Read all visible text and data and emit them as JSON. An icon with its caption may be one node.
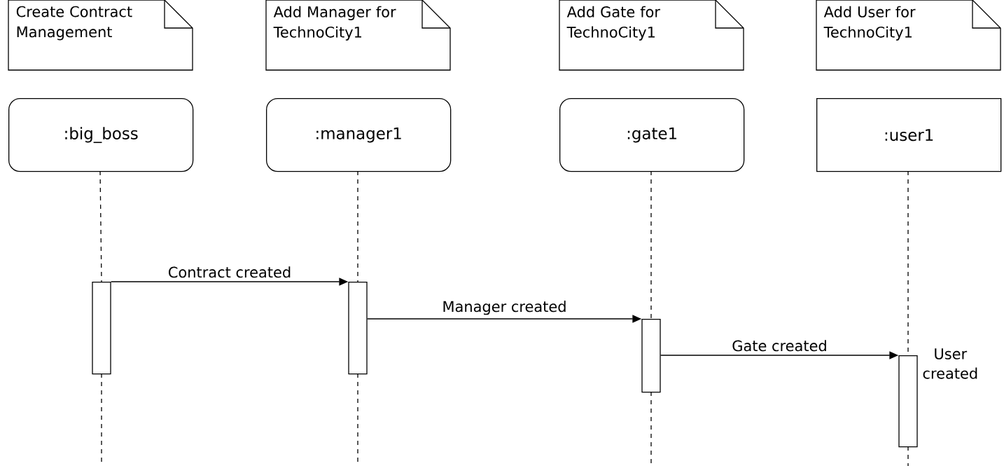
{
  "diagram": {
    "nodes": [
      {
        "text": [
          "Create Contract Management"
        ]
      },
      {
        "text": [
          "Add Manager for TechnoCity1"
        ]
      },
      {
        "text": [
          "Add Gate for TechnoCity1"
        ]
      },
      {
        "text": [
          "Add User for TechnoCity1"
        ]
      },
      {
        "text": [
          ":big_boss"
        ]
      },
      {
        "text": [
          ":manager1"
        ]
      },
      {
        "text": [
          ":gate1"
        ]
      },
      {
        "text": [
          ":user1"
        ]
      },
      {
        "text": [],
        "shape": "bar"
      },
      {
        "text": [],
        "shape": "bar"
      },
      {
        "text": [],
        "shape": "bar"
      },
      {
        "text": [],
        "shape": "bar",
        "beside": [
          "User created"
        ]
      }
    ],
    "edges": [
      {
        "from": 4,
        "to": 8,
        "arrow": "none",
        "style": "dashed"
      },
      {
        "from": 5,
        "to": 9,
        "arrow": "none",
        "style": "dashed"
      },
      {
        "from": 6,
        "to": 10,
        "arrow": "none",
        "style": "dashed"
      },
      {
        "from": 7,
        "to": 11,
        "arrow": "none",
        "style": "dashed"
      },
      {
        "from": 8,
        "to": null,
        "arrow": "none",
        "style": "dashed"
      },
      {
        "from": 9,
        "to": null,
        "arrow": "none",
        "style": "dashed"
      },
      {
        "from": 10,
        "to": null,
        "arrow": "none",
        "style": "dashed"
      },
      {
        "from": 11,
        "to": null,
        "arrow": "none",
        "style": "dashed"
      },
      {
        "from": 8,
        "to": 9,
        "arrow": "to",
        "label": "Contract created"
      },
      {
        "from": 9,
        "to": 10,
        "arrow": "to",
        "label": "Manager created"
      },
      {
        "from": 10,
        "to": 11,
        "arrow": "to",
        "label": "Gate created"
      }
    ]
  }
}
